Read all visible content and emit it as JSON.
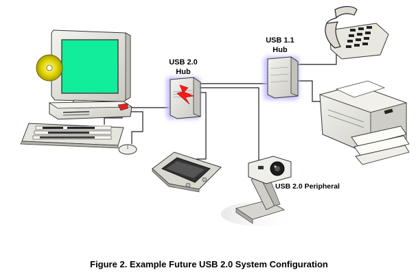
{
  "labels": {
    "hub20_line1": "USB 2.0",
    "hub20_line2": "Hub",
    "hub11_line1": "USB 1.1",
    "hub11_line2": "Hub",
    "peripheral": "USB 2.0 Peripheral"
  },
  "caption": "Figure 2. Example Future USB 2.0 System Configuration",
  "devices": [
    "computer",
    "cd-disc",
    "keyboard",
    "mouse",
    "tablet",
    "usb-2.0-hub",
    "usb-1.1-hub",
    "telephone",
    "printer",
    "webcam"
  ],
  "colors": {
    "monitor_screen": "#11ee99",
    "cd_disc": "#d8d000",
    "hub_glow": "#b9b3ff",
    "lightning": "#ff1a1a",
    "cable": "#1a1a1a"
  }
}
